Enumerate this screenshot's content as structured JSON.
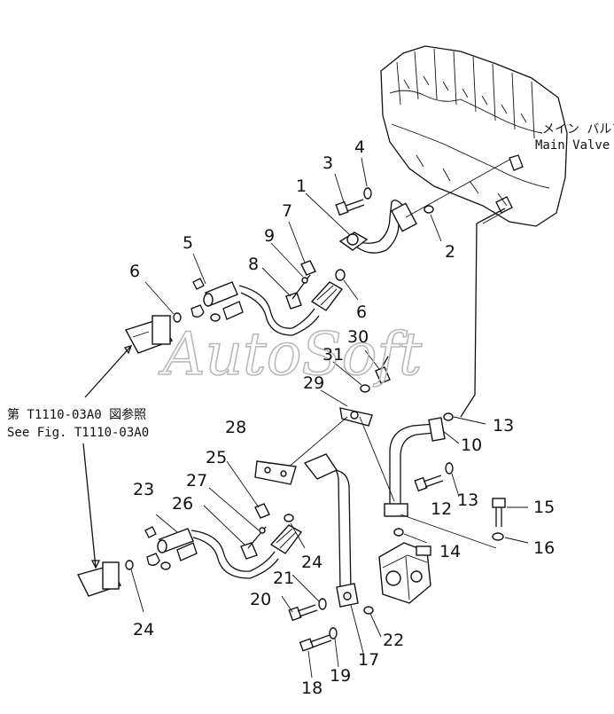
{
  "watermark": "AutoSoft",
  "labels": {
    "main_valve_jp": "メイン バルブ",
    "main_valve_en": "Main Valve",
    "see_fig_jp": "第 T1110-03A0 図参照",
    "see_fig_en": "See Fig. T1110-03A0"
  },
  "callouts": [
    "1",
    "2",
    "3",
    "4",
    "5",
    "6",
    "6",
    "7",
    "8",
    "9",
    "10",
    "12",
    "13",
    "13",
    "14",
    "15",
    "16",
    "17",
    "18",
    "19",
    "20",
    "21",
    "22",
    "23",
    "24",
    "24",
    "25",
    "26",
    "27",
    "28",
    "29",
    "30",
    "31"
  ]
}
